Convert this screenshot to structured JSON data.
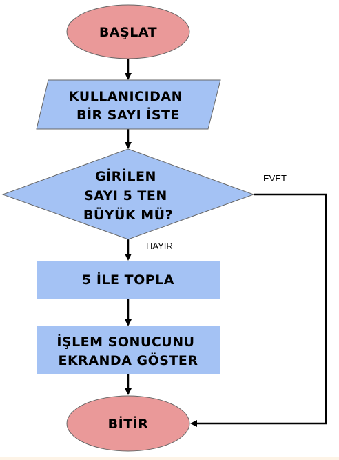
{
  "colors": {
    "terminal_fill": "#ea9999",
    "process_fill": "#a4c2f4",
    "stroke": "#666666",
    "arrow": "#000000"
  },
  "nodes": {
    "start": {
      "label": "BAŞLAT",
      "shape": "ellipse"
    },
    "input": {
      "lines": [
        "KULLANICIDAN",
        "BİR SAYI İSTE"
      ],
      "shape": "parallelogram"
    },
    "decision": {
      "lines": [
        "GİRİLEN",
        "SAYI 5 TEN",
        "BÜYÜK MÜ?"
      ],
      "shape": "diamond"
    },
    "add": {
      "label": "5 İLE TOPLA",
      "shape": "rectangle"
    },
    "show": {
      "lines": [
        "İŞLEM SONUCUNU",
        "EKRANDA GÖSTER"
      ],
      "shape": "rectangle"
    },
    "end": {
      "label": "BİTİR",
      "shape": "ellipse"
    }
  },
  "edges": {
    "yes_label": "EVET",
    "no_label": "HAYIR"
  }
}
